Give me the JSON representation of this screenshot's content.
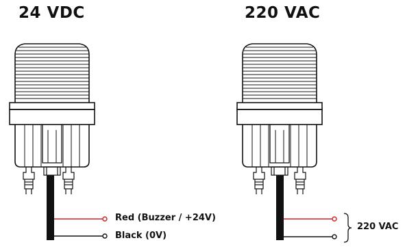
{
  "left_panel": {
    "voltage_title": "24 VDC",
    "wire_labels": {
      "red": "Red (Buzzer / +24V)",
      "black": "Black (0V)"
    }
  },
  "right_panel": {
    "voltage_title": "220 VAC",
    "supply_label": "220 VAC"
  },
  "colors": {
    "outline": "#111111",
    "red_wire": "#d42020",
    "cable": "#111111"
  }
}
